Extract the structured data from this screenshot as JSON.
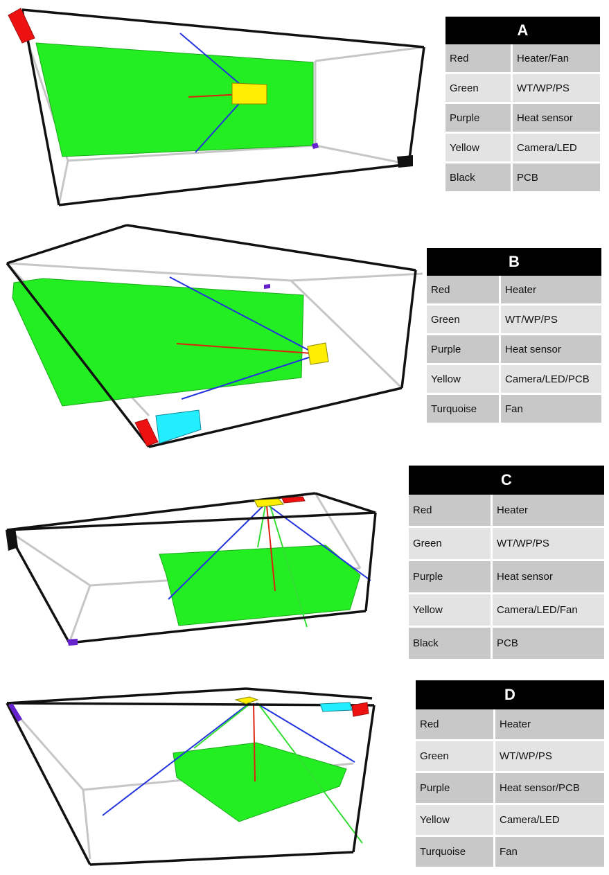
{
  "panels": [
    {
      "id": "A",
      "rows": [
        {
          "color": "Red",
          "component": "Heater/Fan"
        },
        {
          "color": "Green",
          "component": "WT/WP/PS"
        },
        {
          "color": "Purple",
          "component": "Heat sensor"
        },
        {
          "color": "Yellow",
          "component": "Camera/LED"
        },
        {
          "color": "Black",
          "component": "PCB"
        }
      ]
    },
    {
      "id": "B",
      "rows": [
        {
          "color": "Red",
          "component": "Heater"
        },
        {
          "color": "Green",
          "component": "WT/WP/PS"
        },
        {
          "color": "Purple",
          "component": "Heat sensor"
        },
        {
          "color": "Yellow",
          "component": "Camera/LED/PCB"
        },
        {
          "color": "Turquoise",
          "component": "Fan"
        }
      ]
    },
    {
      "id": "C",
      "rows": [
        {
          "color": "Red",
          "component": "Heater"
        },
        {
          "color": "Green",
          "component": "WT/WP/PS"
        },
        {
          "color": "Purple",
          "component": "Heat sensor"
        },
        {
          "color": "Yellow",
          "component": "Camera/LED/Fan"
        },
        {
          "color": "Black",
          "component": "PCB"
        }
      ]
    },
    {
      "id": "D",
      "rows": [
        {
          "color": "Red",
          "component": "Heater"
        },
        {
          "color": "Green",
          "component": "WT/WP/PS"
        },
        {
          "color": "Purple",
          "component": "Heat sensor/PCB"
        },
        {
          "color": "Yellow",
          "component": "Camera/LED"
        },
        {
          "color": "Turquoise",
          "component": "Fan"
        }
      ]
    }
  ],
  "component_colors": {
    "red": "#ee1111",
    "green": "#22ee22",
    "purple": "#6622cc",
    "yellow": "#ffee00",
    "black": "#111111",
    "turquoise": "#22eeff",
    "ray_blue": "#2233dd",
    "ray_red": "#dd2211"
  }
}
